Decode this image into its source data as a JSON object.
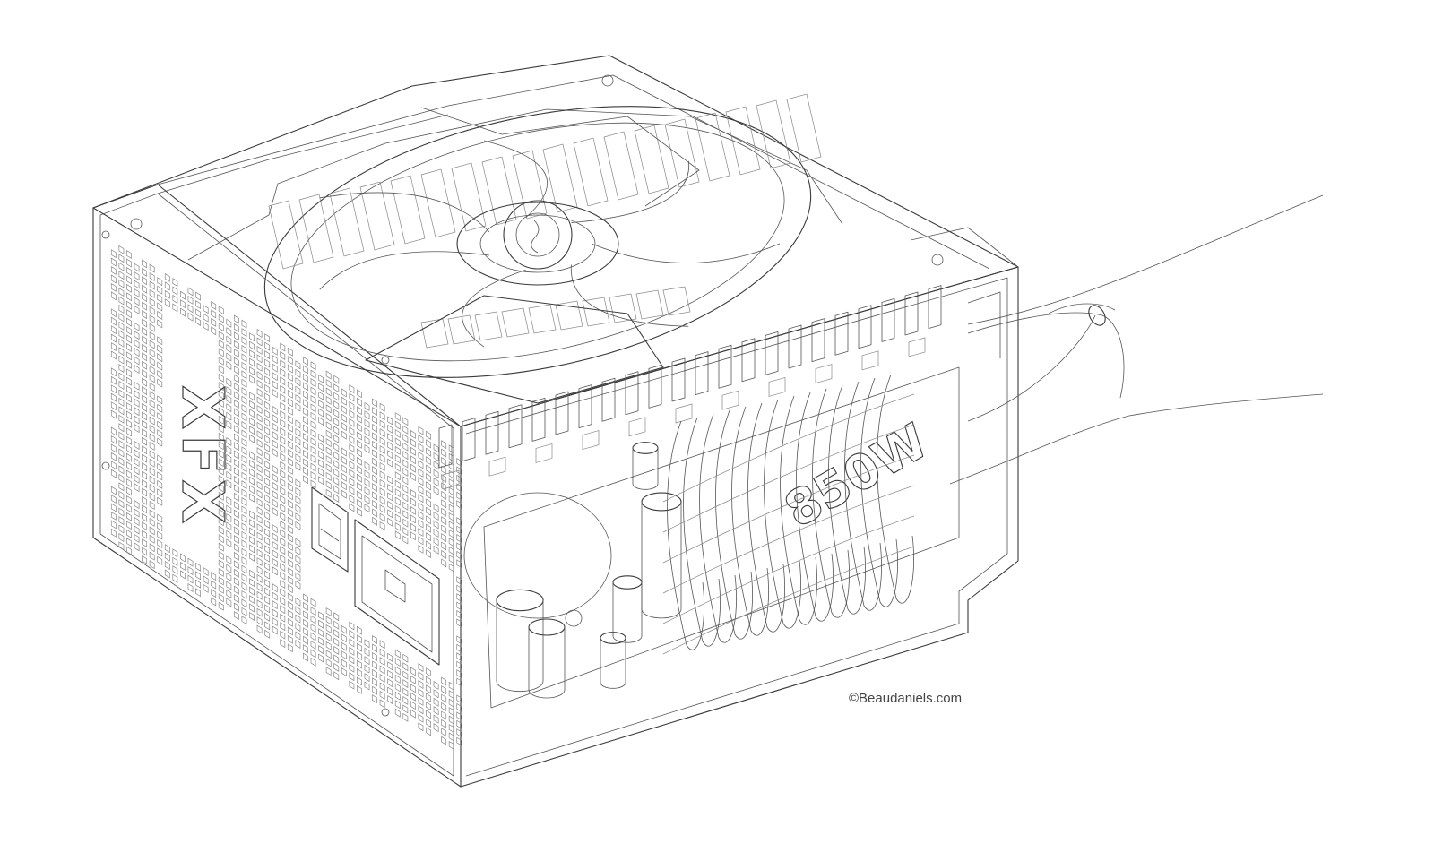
{
  "illustration": {
    "subject": "psu-wireframe",
    "logo_text": "XFX",
    "side_badge_text": "850W",
    "line_color": "#3a3a3a",
    "background_color": "#ffffff"
  },
  "credit": {
    "text": "©Beaudaniels.com"
  }
}
